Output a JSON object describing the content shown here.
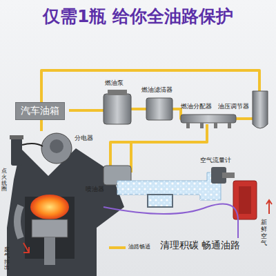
{
  "diagram": {
    "title": "仅需1瓶 给你全油路保护",
    "caption": "清理积碳 畅通油路",
    "nodes": [
      {
        "text": [
          "汽车油箱"
        ]
      }
    ],
    "labels": [
      "燃油泵",
      "燃油滤清器",
      "燃油分配器",
      "油压调节器",
      "分电器",
      "喷油器",
      "空气流量计",
      "新鲜空气",
      "点火线圈",
      "废气排出"
    ],
    "legend": [
      {
        "text": "油路畅通",
        "color": "#f2c12e"
      }
    ]
  }
}
